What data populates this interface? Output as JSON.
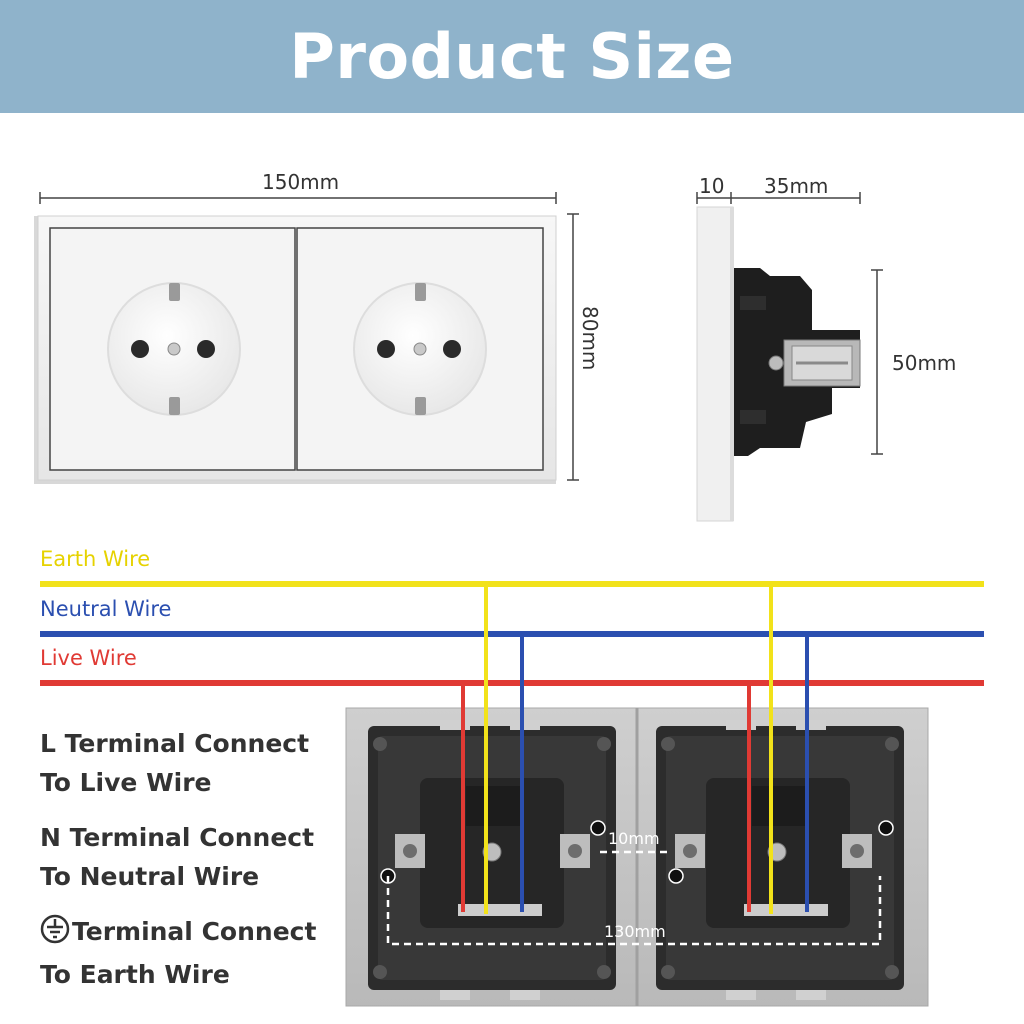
{
  "header": {
    "title": "Product Size"
  },
  "dimensions": {
    "width": "150mm",
    "height": "80mm",
    "plate_depth": "10",
    "body_depth": "35mm",
    "body_height": "50mm",
    "terminal_gap": "10mm",
    "terminal_span": "130mm"
  },
  "wires": [
    {
      "label": "Earth Wire",
      "color": "#f2e21a"
    },
    {
      "label": "Neutral Wire",
      "color": "#2b4fb0"
    },
    {
      "label": "Live Wire",
      "color": "#e03a34"
    }
  ],
  "instructions": {
    "live_line1": "L Terminal Connect",
    "live_line2": "To Live Wire",
    "neutral_line1": "N Terminal Connect",
    "neutral_line2": "To Neutral Wire",
    "earth_line1": "Terminal Connect",
    "earth_line2": "To Earth Wire"
  },
  "icons": [
    "earth-ground-icon"
  ]
}
